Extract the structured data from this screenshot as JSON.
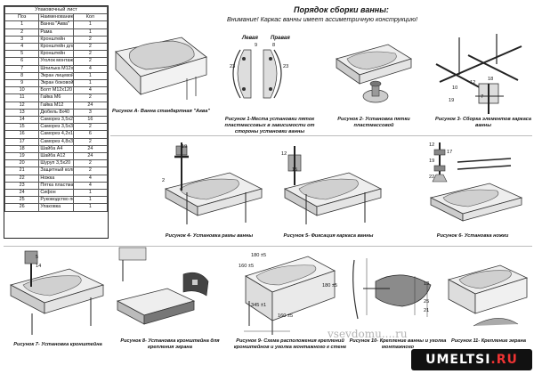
{
  "parts_table": {
    "title": "Упаковочный лист",
    "headers": [
      "Поз",
      "Наименование",
      "Кол"
    ],
    "rows": [
      [
        "1",
        "Ванна \"Аква\"",
        "1"
      ],
      [
        "2",
        "Рама",
        "1"
      ],
      [
        "3",
        "Кронштейн",
        "2"
      ],
      [
        "4",
        "Кронштейн для крепления экрана",
        "2"
      ],
      [
        "5",
        "Кронштейн",
        "2"
      ],
      [
        "6",
        "Уголок монтажный",
        "2"
      ],
      [
        "7",
        "Шпилька М12х500",
        "4"
      ],
      [
        "8",
        "Экран лицевой",
        "1"
      ],
      [
        "9",
        "Экран боковой",
        "1"
      ],
      [
        "10",
        "Болт М12х120",
        "4"
      ],
      [
        "11",
        "Гайка М6",
        "2"
      ],
      [
        "12",
        "Гайка М12",
        "24"
      ],
      [
        "13",
        "Дюбель 8х40",
        "3"
      ],
      [
        "14",
        "Саморез 3,5х25",
        "16"
      ],
      [
        "15",
        "Саморез 3,5х35",
        "2"
      ],
      [
        "16",
        "Саморез 4,2х19",
        "6"
      ],
      [
        "17",
        "Саморез 4,8х38",
        "2"
      ],
      [
        "18",
        "Шайба А4",
        "24"
      ],
      [
        "19",
        "Шайба А12",
        "24"
      ],
      [
        "20",
        "Шуруп 3,5х20",
        "2"
      ],
      [
        "21",
        "Защитный колпачок",
        "2"
      ],
      [
        "22",
        "Ножка",
        "4"
      ],
      [
        "23",
        "Пятка пластмассовая",
        "4"
      ],
      [
        "24",
        "Сифон",
        "1"
      ],
      [
        "25",
        "Руководство по эксплуатации",
        "1"
      ],
      [
        "26",
        "Упаковка",
        "1"
      ]
    ]
  },
  "heading": {
    "title": "Порядок сборки ванны:",
    "note": "Внимание! Каркас ванны имеет ассиметричную конструкцию!"
  },
  "captions": {
    "a": "Рисунок А- Ванна стандартная \"Аква\"",
    "f1": "Рисунок 1-Места установки пяток пластмассовых в зависимости от стороны установки ванны",
    "f1_left": "Левая",
    "f1_right": "Правая",
    "f2": "Рисунок 2- Установка пятки пластмассовой",
    "f3": "Рисунок 3- Сборка элементов каркаса ванны",
    "f4": "Рисунок 4- Установка рамы ванны",
    "f5": "Рисунок 5- Фиксация каркаса ванны",
    "f6": "Рисунок 6- Установка ножки",
    "f7": "Рисунок 7- Установка кронштейна",
    "f8": "Рисунок 8- Установка кронштейна для крепления экрана",
    "f9": "Рисунок 9- Схема расположения креплений кронштейнов и уголка монтажного к стене",
    "f10": "Рисунок 10- Крепление ванны и уголка монтажного",
    "f11": "Рисунок 11- Крепление экрана"
  },
  "fig9_dims": [
    "180 ±5",
    "160 ±5",
    "345 ±1",
    "160 ±5",
    "180 ±5"
  ],
  "fig_numbers": {
    "f1": [
      "23",
      "9",
      "23",
      "8"
    ],
    "f3": [
      "10",
      "7",
      "12",
      "19",
      "18"
    ],
    "f4": [
      "19",
      "2"
    ],
    "f5": [
      "15",
      "12"
    ],
    "f6": [
      "12",
      "17",
      "19",
      "22"
    ],
    "f7": [
      "5",
      "14"
    ],
    "f10": [
      "13",
      "25",
      "21"
    ]
  },
  "watermark": "vsevdomu....ru",
  "logo": {
    "text": "UMELTSI",
    "suffix": ".RU"
  },
  "colors": {
    "ink": "#111111",
    "line": "#555555",
    "tub": "#e6e6e6",
    "shade": "#b0b0b0"
  }
}
